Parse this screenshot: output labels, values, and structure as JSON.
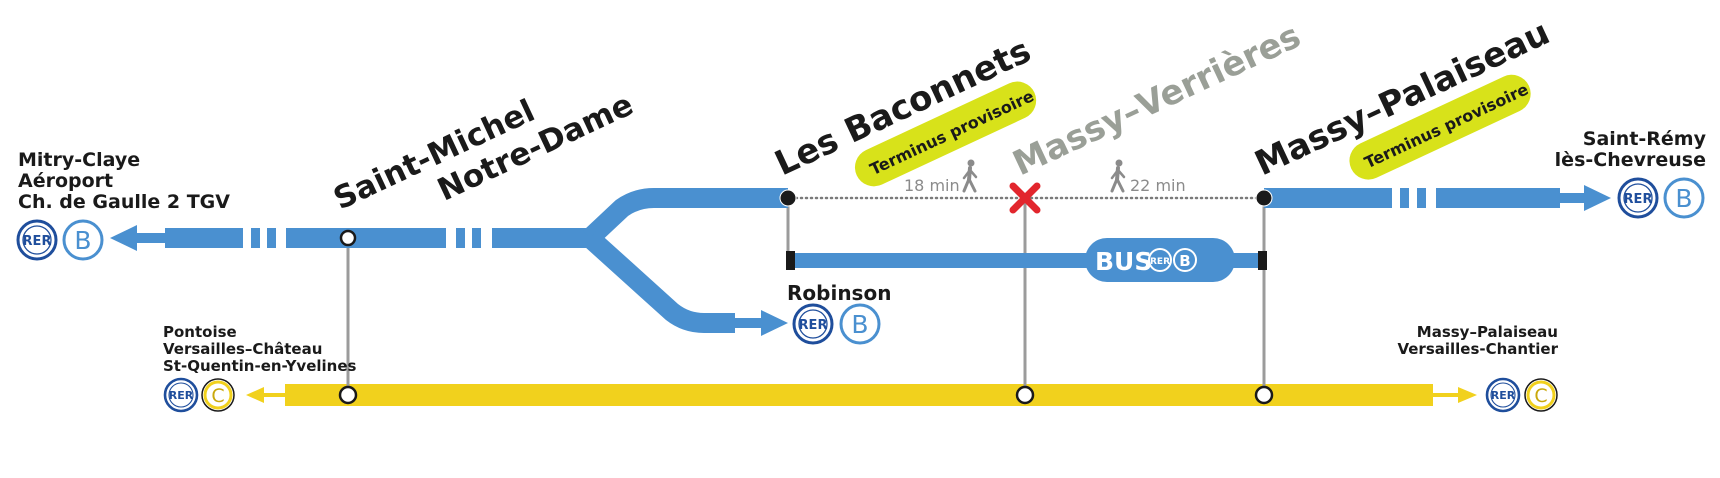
{
  "colors": {
    "rer_b": "#4a90d0",
    "rer_b_dark": "#1f4e9c",
    "rer_c": "#f1d11d",
    "closed_station": "#9a9f97",
    "closure_cross": "#e2262d",
    "highlight": "#d8e21a",
    "text": "#1a1a1a",
    "muted": "#8b8b8b",
    "connector": "#9b9b9b"
  },
  "icons": {
    "rer_badge": "rer-logo-icon",
    "line_b_badge": "line-b-icon",
    "line_c_badge": "line-c-icon",
    "walk": "pedestrian-icon",
    "closed": "cross-icon"
  },
  "badges": {
    "rer": "RER",
    "line_b": "B",
    "line_c": "C",
    "bus": "BUS"
  },
  "termini": {
    "west_b": [
      "Mitry-Claye",
      "Aéroport",
      "Ch. de Gaulle 2 TGV"
    ],
    "east_b": [
      "Saint-Rémy",
      "lès-Chevreuse"
    ],
    "robinson": "Robinson",
    "west_c": [
      "Pontoise",
      "Versailles–Château",
      "St-Quentin-en-Yvelines"
    ],
    "east_c": [
      "Massy–Palaiseau",
      "Versailles-Chantier"
    ]
  },
  "stations": {
    "saint_michel": [
      "Saint-Michel",
      "Notre-Dame"
    ],
    "baconnets": "Les Baconnets",
    "massy_verrieres": "Massy–Verrières",
    "massy_palaiseau": "Massy–Palaiseau"
  },
  "tags": {
    "baconnets": "Terminus provisoire",
    "massy_palaiseau": "Terminus provisoire"
  },
  "walk": {
    "left": "18 min",
    "right": "22 min"
  }
}
